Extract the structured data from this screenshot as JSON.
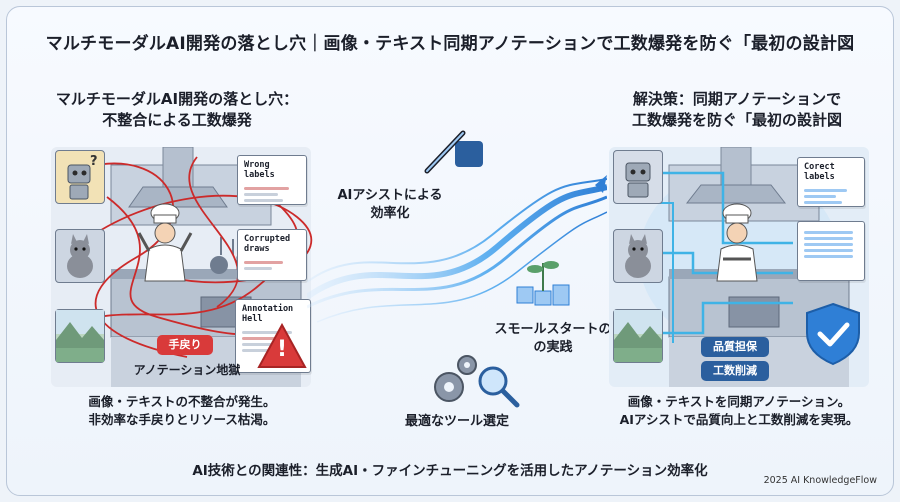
{
  "title": "マルチモーダルAI開発の落とし穴｜画像・テキスト同期アノテーションで工数爆発を防ぐ「最初の設計図",
  "left": {
    "heading_line1": "マルチモーダルAI開発の落とし穴：",
    "heading_line2": "不整合による工数爆発",
    "cards": [
      "Wrong labels",
      "Corrupted draws",
      "Annotation Hell"
    ],
    "badge_rework": "手戻り",
    "label_hell": "アノテーション地獄",
    "warning_symbol": "!",
    "caption_line1": "画像・テキストの不整合が発生。",
    "caption_line2": "非効率な手戻りとリソース枯渇。"
  },
  "middle": {
    "ai_assist_line1": "AIアシストによる",
    "ai_assist_line2": "効率化",
    "small_start_line1": "スモールスタートの",
    "small_start_line2": "の実践",
    "tool_select": "最適なツール選定"
  },
  "right": {
    "heading_line1": "解決策：同期アノテーションで",
    "heading_line2": "工数爆発を防ぐ「最初の設計図",
    "cards": [
      "Corect labels"
    ],
    "badge_quality": "品質担保",
    "badge_cost": "工数削減",
    "caption_line1": "画像・テキストを同期アノテーション。",
    "caption_line2": "AIアシストで品質向上と工数削減を実現。"
  },
  "footer": "AI技術との関連性：生成AI・ファインチューニングを活用したアノテーション効率化",
  "credit": "2025 AI KnowledgeFlow",
  "colors": {
    "accent_blue": "#2f7fd6",
    "warning_red": "#d93a3a",
    "badge_blue": "#2b5f9e",
    "chaos_line": "#cc2a2a",
    "sync_line": "#3fb3e6"
  },
  "icons": [
    "robot-icon",
    "cat-icon",
    "landscape-icon",
    "chef-icon",
    "warning-icon",
    "pen-hand-icon",
    "sprout-icon",
    "gears-icon",
    "magnifier-icon",
    "shield-check-icon"
  ]
}
